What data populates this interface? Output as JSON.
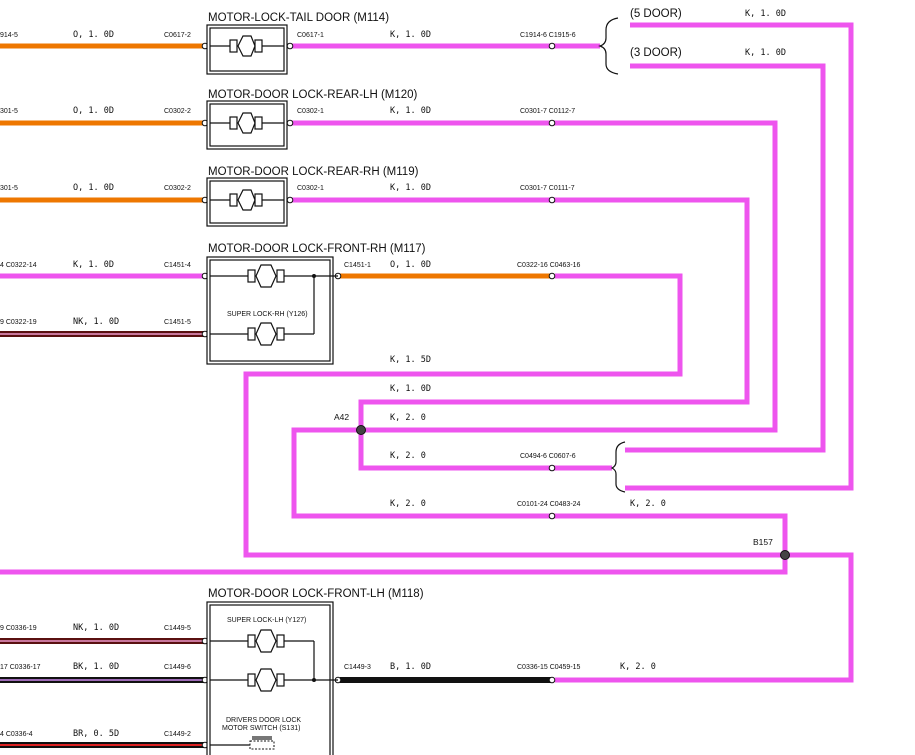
{
  "components": {
    "m114": "MOTOR-LOCK-TAIL DOOR (M114)",
    "m120": "MOTOR-DOOR LOCK-REAR-LH (M120)",
    "m119": "MOTOR-DOOR LOCK-REAR-RH (M119)",
    "m117": "MOTOR-DOOR LOCK-FRONT-RH (M117)",
    "y126": "SUPER LOCK-RH (Y126)",
    "m118": "MOTOR-DOOR LOCK-FRONT-LH (M118)",
    "y127": "SUPER LOCK-LH (Y127)",
    "s131_line1": "DRIVERS DOOR LOCK",
    "s131_line2": "MOTOR SWITCH (S131)"
  },
  "door_options": {
    "five_door": "(5 DOOR)",
    "three_door": "(3 DOOR)"
  },
  "splices": {
    "a42": "A42",
    "b157": "B157"
  },
  "wire_specs": {
    "o10": "O, 1. 0D",
    "k10": "K, 1. 0D",
    "k15": "K, 1. 5D",
    "k20": "K, 2. 0",
    "nk10": "NK, 1. 0D",
    "bk10": "BK, 1. 0D",
    "b10": "B, 1. 0D",
    "br05": "BR, 0. 5D"
  },
  "connectors": {
    "r1_left": "914-5",
    "r1_in": "C0617-2",
    "r1_out": "C0617-1",
    "r1_right": "C1914-6 C1915-6",
    "r2_left": "301-5",
    "r2_in": "C0302-2",
    "r2_out": "C0302-1",
    "r2_right": "C0301-7 C0112-7",
    "r3_left": "301-5",
    "r3_in": "C0302-2",
    "r3_out": "C0302-1",
    "r3_right": "C0301-7 C0111-7",
    "r4_left": "4 C0322-14",
    "r4_in": "C1451-4",
    "r4_out": "C1451-1",
    "r4_right": "C0322-16 C0463-16",
    "r5_left": "9 C0322-19",
    "r5_in": "C1451-5",
    "c0494": "C0494-6 C0607-6",
    "c0101": "C0101-24 C0483-24",
    "r6_left": "9 C0336-19",
    "r6_in": "C1449-5",
    "r7_left": "17 C0336-17",
    "r7_in": "C1449-6",
    "r7_out": "C1449-3",
    "r7_right": "C0336-15 C0459-15",
    "r8_left": "4 C0336-4",
    "r8_in": "C1449-2"
  }
}
